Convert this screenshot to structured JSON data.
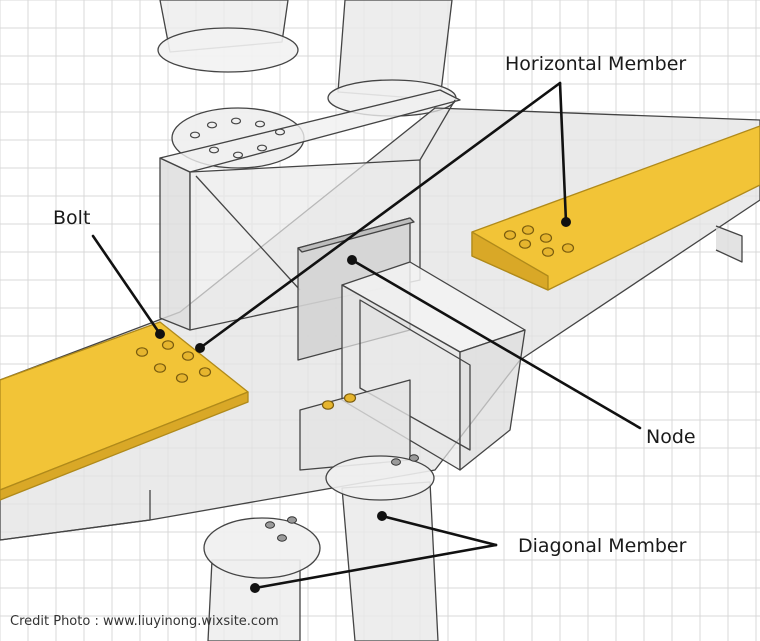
{
  "labels": {
    "horizontal_member": "Horizontal Member",
    "bolt": "Bolt",
    "node": "Node",
    "diagonal_member": "Diagonal Member"
  },
  "credit": "Credit Photo : www.liuyinong.wixsite.com",
  "colors": {
    "member": "#f2c437",
    "member_edge": "#b08a1a",
    "line": "#333333",
    "grid": "#d9d9d9",
    "leader": "#111111",
    "translucent": "#e6e6e6"
  }
}
